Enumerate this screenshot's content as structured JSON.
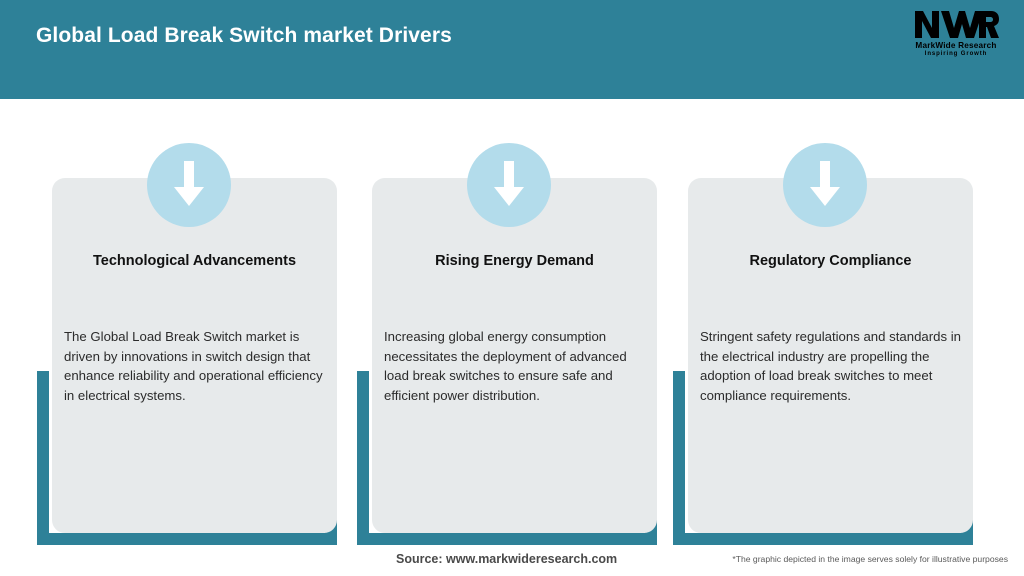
{
  "header": {
    "title": "Global Load Break Switch market Drivers",
    "bar_color": "#2e8198",
    "title_color": "#ffffff"
  },
  "logo": {
    "mark": "MWR",
    "name": "MarkWide Research",
    "tagline": "Inspiring Growth"
  },
  "cards": [
    {
      "icon": "down-arrow-icon",
      "heading": "Technological Advancements",
      "body": "The Global Load Break Switch market is driven by innovations in switch design that enhance reliability and operational efficiency in electrical systems."
    },
    {
      "icon": "down-arrow-icon",
      "heading": "Rising Energy Demand",
      "body": "Increasing global energy consumption necessitates the deployment of advanced load break switches to ensure safe and efficient power distribution."
    },
    {
      "icon": "down-arrow-icon",
      "heading": "Regulatory Compliance",
      "body": "Stringent safety regulations and standards in the electrical industry are propelling the adoption of load break switches to meet compliance requirements."
    }
  ],
  "footer": {
    "source": "Source: www.markwideresearch.com",
    "disclaimer": "*The graphic depicted in the image serves solely for illustrative purposes"
  },
  "colors": {
    "accent_teal": "#2e8198",
    "card_grey": "#e7eaeb",
    "icon_circle_blue": "#b3dceb",
    "arrow_white": "#ffffff"
  }
}
